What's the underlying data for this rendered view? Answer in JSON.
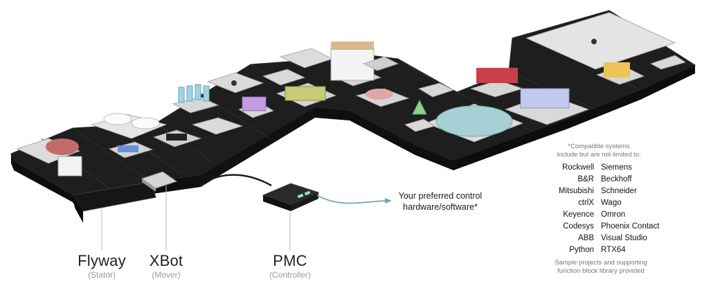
{
  "labels": {
    "flyway": {
      "main": "Flyway",
      "sub": "(Stator)"
    },
    "xbot": {
      "main": "XBot",
      "sub": "(Mover)"
    },
    "pmc": {
      "main": "PMC",
      "sub": "(Controller)"
    }
  },
  "control_text": {
    "line1": "Your preferred control",
    "line2": "hardware/software*"
  },
  "compat_note": {
    "line1": "*Compatible systems",
    "line2": "include but are not limited to:"
  },
  "compat_rows": [
    [
      "Rockwell",
      "Siemens"
    ],
    [
      "B&R",
      "Beckhoff"
    ],
    [
      "Mitsubishi",
      "Schneider"
    ],
    [
      "ctrlX",
      "Wago"
    ],
    [
      "Keyence",
      "Omron"
    ],
    [
      "Codesys",
      "Phoenix Contact"
    ],
    [
      "ABB",
      "Visual Studio"
    ],
    [
      "Python",
      "RTX64"
    ]
  ],
  "footnote": {
    "line1": "Sample projects and supporting",
    "line2": "function block library provided"
  },
  "colors": {
    "tile_top": "#1e1e1e",
    "tile_side": "#0d0d0d",
    "mover": "#d6d6d6",
    "arrow": "#6fa6b3"
  },
  "icons": [
    "flyway-stator",
    "xbot-mover",
    "pmc-controller",
    "arrow-right-icon"
  ]
}
